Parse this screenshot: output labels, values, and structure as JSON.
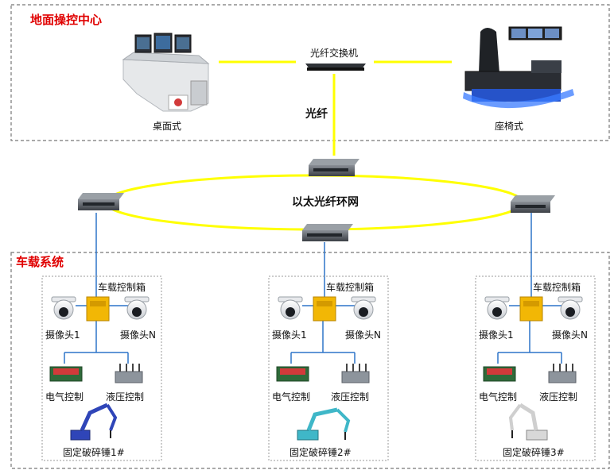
{
  "ground_station": {
    "title": "地面操控中心",
    "desk_label": "桌面式",
    "seat_label": "座椅式",
    "switch_label": "光纤交换机",
    "fiber_label": "光纤"
  },
  "network": {
    "ring_label": "以太光纤环网"
  },
  "vehicle_system": {
    "title": "车载系统",
    "units": [
      {
        "control_box": "车载控制箱",
        "camera_1": "摄像头1",
        "camera_n": "摄像头N",
        "electric": "电气控制",
        "hydraulic": "液压控制",
        "hammer": "固定破碎锤1#",
        "hammer_color": "#2f45b8"
      },
      {
        "control_box": "车载控制箱",
        "camera_1": "摄像头1",
        "camera_n": "摄像头N",
        "electric": "电气控制",
        "hydraulic": "液压控制",
        "hammer": "固定破碎锤2#",
        "hammer_color": "#3fb7c8"
      },
      {
        "control_box": "车载控制箱",
        "camera_1": "摄像头1",
        "camera_n": "摄像头N",
        "electric": "电气控制",
        "hydraulic": "液压控制",
        "hammer": "固定破碎锤3#",
        "hammer_color": "#d8d8d8"
      }
    ]
  },
  "colors": {
    "fiber_line": "#ffff00",
    "link_line": "#2d74c9",
    "section_title": "#e00000",
    "control_box": "#f2b705"
  }
}
